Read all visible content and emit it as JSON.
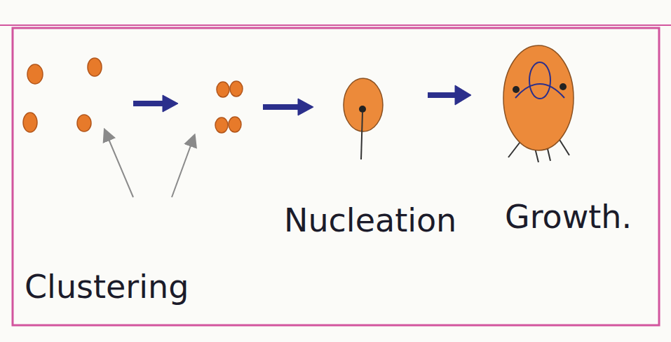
{
  "diagram": {
    "labels": [
      "Clustering",
      "Nucleation",
      "Growth."
    ]
  }
}
